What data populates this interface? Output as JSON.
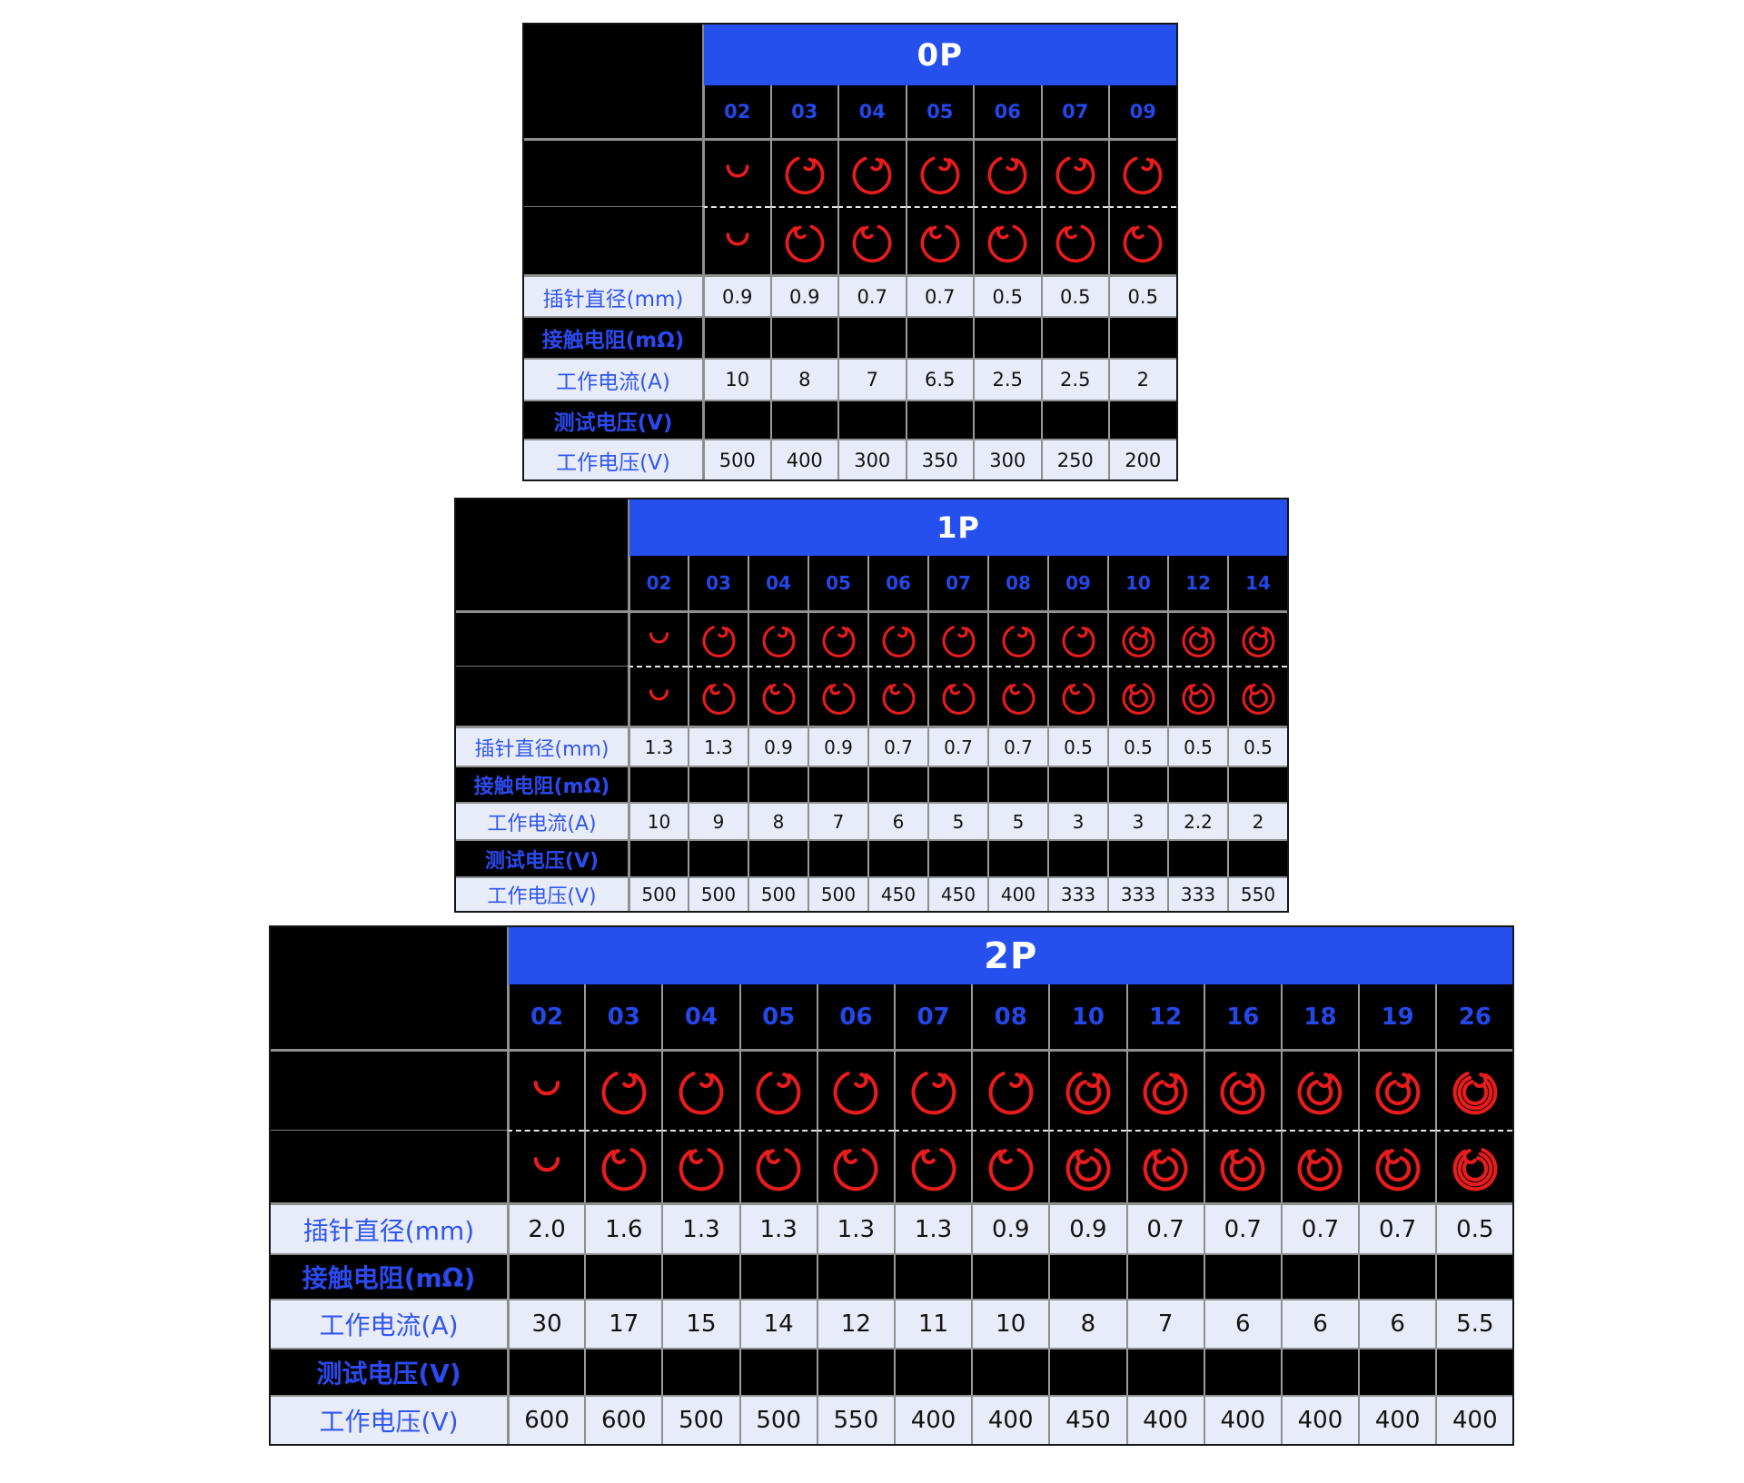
{
  "colors": {
    "accent_blue": "#2550ed",
    "column_number_blue": "#2447e8",
    "row_label_blue": "#3156f0",
    "diagram_red": "#e81c1c",
    "light_row_background": "#e8ecf9",
    "dark_row_background": "#000000",
    "page_background": "#ffffff"
  },
  "spec_rows": [
    {
      "key": "pin_diameter_mm",
      "label": "插针直径(mm)",
      "style": "light"
    },
    {
      "key": "contact_resistance_mohm",
      "label": "接触电阻(mΩ)",
      "style": "dark"
    },
    {
      "key": "working_current_a",
      "label": "工作电流(A)",
      "style": "light"
    },
    {
      "key": "test_voltage_v",
      "label": "测试电压(V)",
      "style": "dark"
    },
    {
      "key": "working_voltage_v",
      "label": "工作电压(V)",
      "style": "light"
    }
  ],
  "chart_data": [
    {
      "type": "table",
      "title": "0P",
      "columns": [
        "02",
        "03",
        "04",
        "05",
        "06",
        "07",
        "09"
      ],
      "pin_face_views": [
        "front",
        "mirrored"
      ],
      "rows": {
        "pin_diameter_mm": [
          "0.9",
          "0.9",
          "0.7",
          "0.7",
          "0.5",
          "0.5",
          "0.5"
        ],
        "contact_resistance_mohm": [
          "",
          "",
          "",
          "",
          "",
          "",
          ""
        ],
        "working_current_a": [
          "10",
          "8",
          "7",
          "6.5",
          "2.5",
          "2.5",
          "2"
        ],
        "test_voltage_v": [
          "",
          "",
          "",
          "",
          "",
          "",
          ""
        ],
        "working_voltage_v": [
          "500",
          "400",
          "300",
          "350",
          "300",
          "250",
          "200"
        ]
      }
    },
    {
      "type": "table",
      "title": "1P",
      "columns": [
        "02",
        "03",
        "04",
        "05",
        "06",
        "07",
        "08",
        "09",
        "10",
        "12",
        "14"
      ],
      "pin_face_views": [
        "front",
        "mirrored"
      ],
      "rows": {
        "pin_diameter_mm": [
          "1.3",
          "1.3",
          "0.9",
          "0.9",
          "0.7",
          "0.7",
          "0.7",
          "0.5",
          "0.5",
          "0.5",
          "0.5"
        ],
        "contact_resistance_mohm": [
          "",
          "",
          "",
          "",
          "",
          "",
          "",
          "",
          "",
          "",
          ""
        ],
        "working_current_a": [
          "10",
          "9",
          "8",
          "7",
          "6",
          "5",
          "5",
          "3",
          "3",
          "2.2",
          "2"
        ],
        "test_voltage_v": [
          "",
          "",
          "",
          "",
          "",
          "",
          "",
          "",
          "",
          "",
          ""
        ],
        "working_voltage_v": [
          "500",
          "500",
          "500",
          "500",
          "450",
          "450",
          "400",
          "333",
          "333",
          "333",
          "550"
        ]
      }
    },
    {
      "type": "table",
      "title": "2P",
      "columns": [
        "02",
        "03",
        "04",
        "05",
        "06",
        "07",
        "08",
        "10",
        "12",
        "16",
        "18",
        "19",
        "26"
      ],
      "pin_face_views": [
        "front",
        "mirrored"
      ],
      "rows": {
        "pin_diameter_mm": [
          "2.0",
          "1.6",
          "1.3",
          "1.3",
          "1.3",
          "1.3",
          "0.9",
          "0.9",
          "0.7",
          "0.7",
          "0.7",
          "0.7",
          "0.5"
        ],
        "contact_resistance_mohm": [
          "",
          "",
          "",
          "",
          "",
          "",
          "",
          "",
          "",
          "",
          "",
          "",
          ""
        ],
        "working_current_a": [
          "30",
          "17",
          "15",
          "14",
          "12",
          "11",
          "10",
          "8",
          "7",
          "6",
          "6",
          "6",
          "5.5"
        ],
        "test_voltage_v": [
          "",
          "",
          "",
          "",
          "",
          "",
          "",
          "",
          "",
          "",
          "",
          "",
          ""
        ],
        "working_voltage_v": [
          "600",
          "600",
          "500",
          "500",
          "550",
          "400",
          "400",
          "450",
          "400",
          "400",
          "400",
          "400",
          "400"
        ]
      }
    }
  ]
}
